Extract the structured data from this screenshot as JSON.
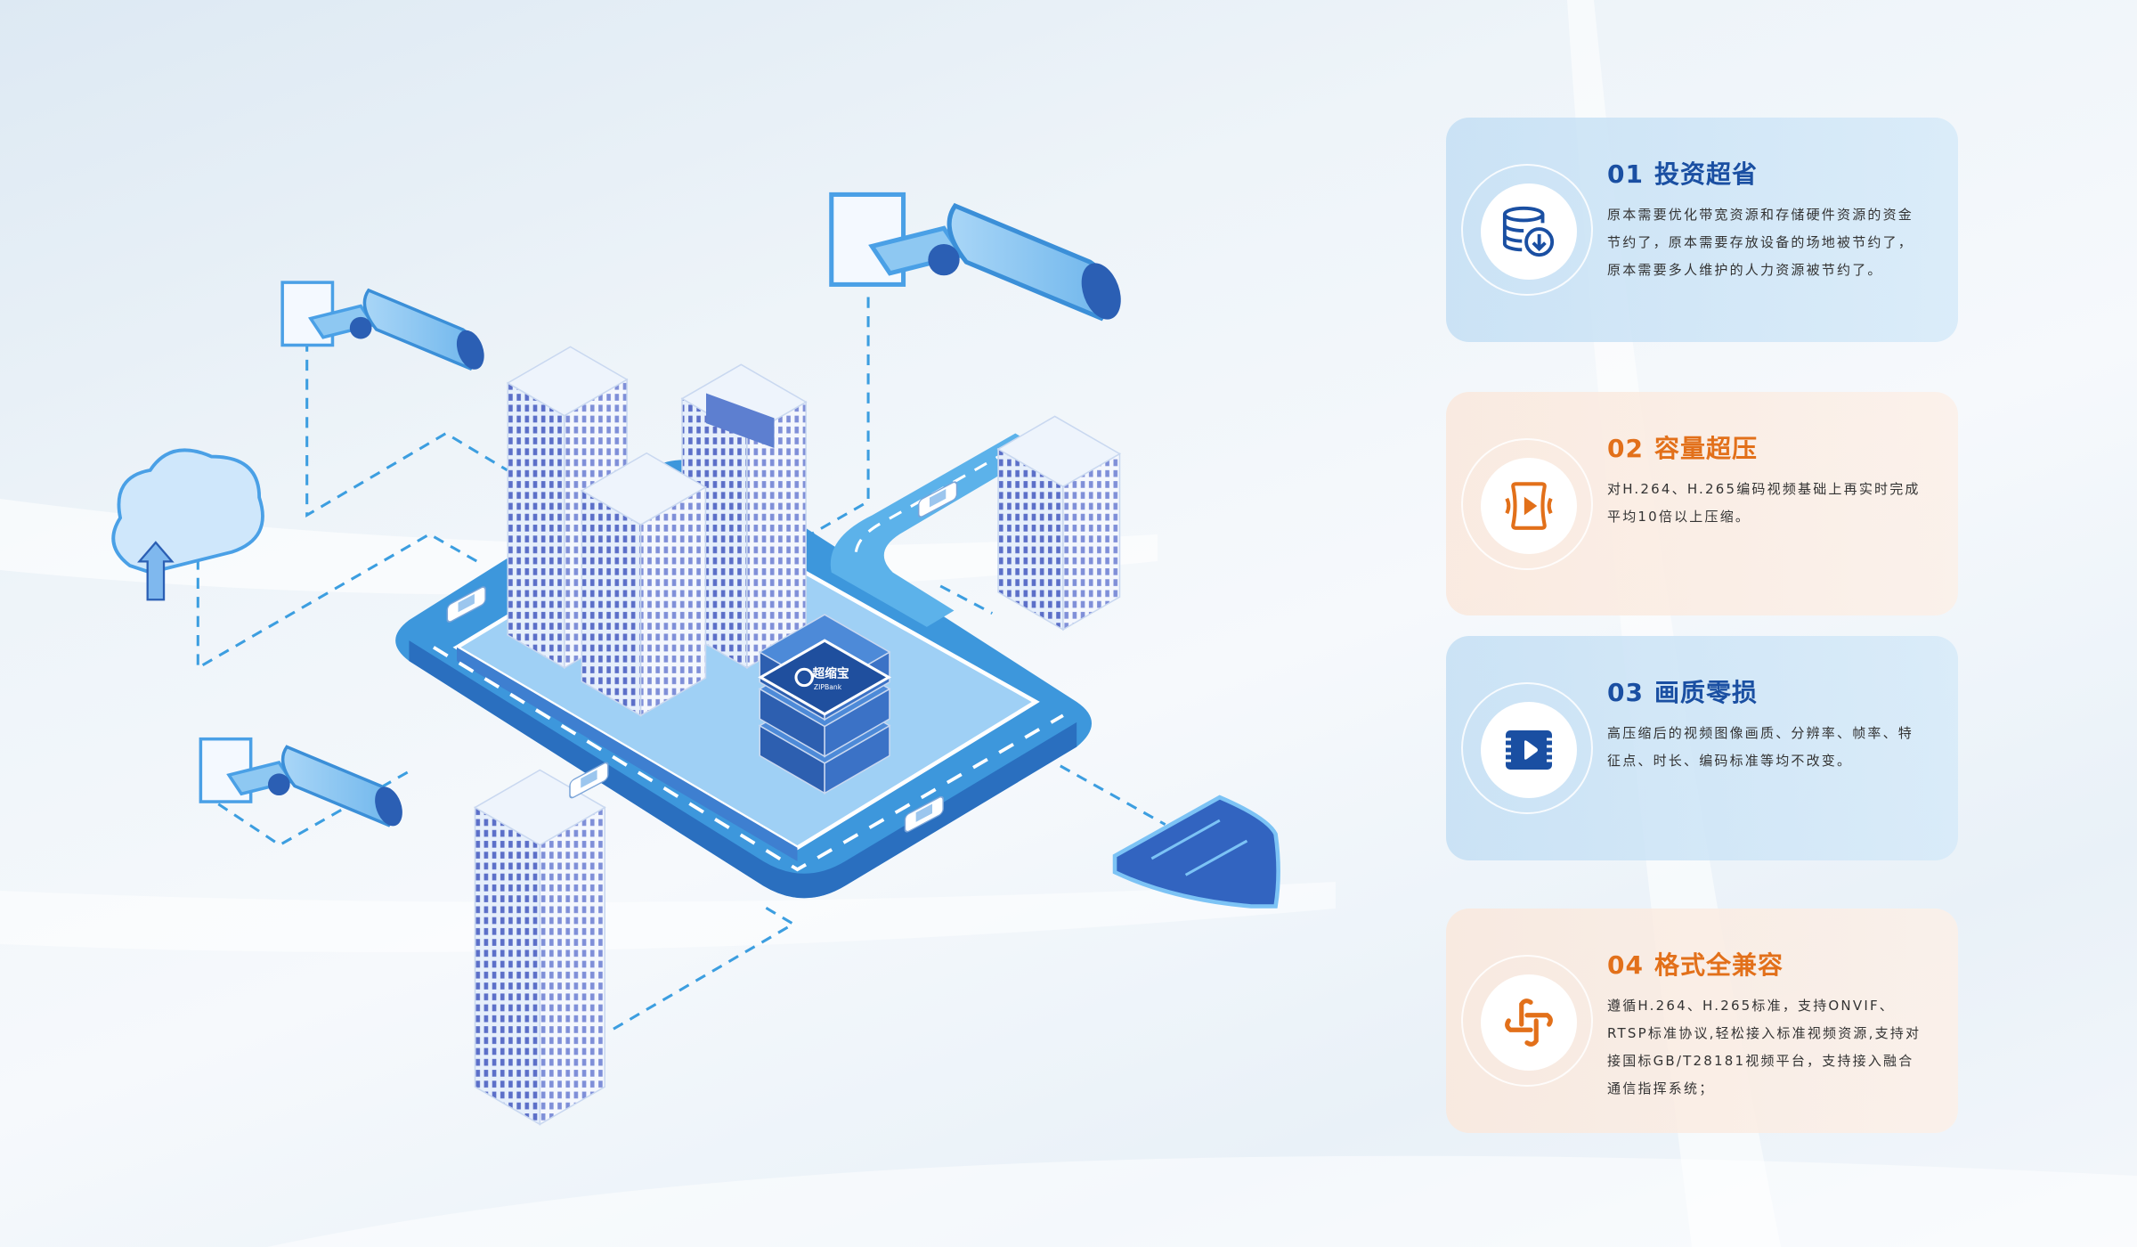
{
  "illustration": {
    "server_logo": {
      "cn": "超缩宝",
      "en": "ZIPBank"
    }
  },
  "colors": {
    "blue": "#1a4fa2",
    "orange": "#e2701a",
    "platform": "#4aa3e0"
  },
  "cards": [
    {
      "number": "01",
      "title": "投资超省",
      "icon": "database-download-icon",
      "theme": "blue",
      "lines": [
        "原本需要优化带宽资源和存储硬件资源的资金",
        "节约了，原本需要存放设备的场地被节约了，",
        "原本需要多人维护的人力资源被节约了。"
      ]
    },
    {
      "number": "02",
      "title": "容量超压",
      "icon": "compress-video-icon",
      "theme": "orange",
      "lines": [
        "对H.264、H.265编码视频基础上再实时完成",
        "平均10倍以上压缩。"
      ]
    },
    {
      "number": "03",
      "title": "画质零损",
      "icon": "film-play-icon",
      "theme": "blue",
      "lines": [
        "高压缩后的视频图像画质、分辨率、帧率、特",
        "征点、时长、编码标准等均不改变。"
      ]
    },
    {
      "number": "04",
      "title": "格式全兼容",
      "icon": "interlock-cross-icon",
      "theme": "orange",
      "lines": [
        "遵循H.264、H.265标准，支持ONVIF、",
        "RTSP标准协议,轻松接入标准视频资源,支持对",
        "接国标GB/T28181视频平台，支持接入融合",
        "通信指挥系统；"
      ]
    }
  ]
}
